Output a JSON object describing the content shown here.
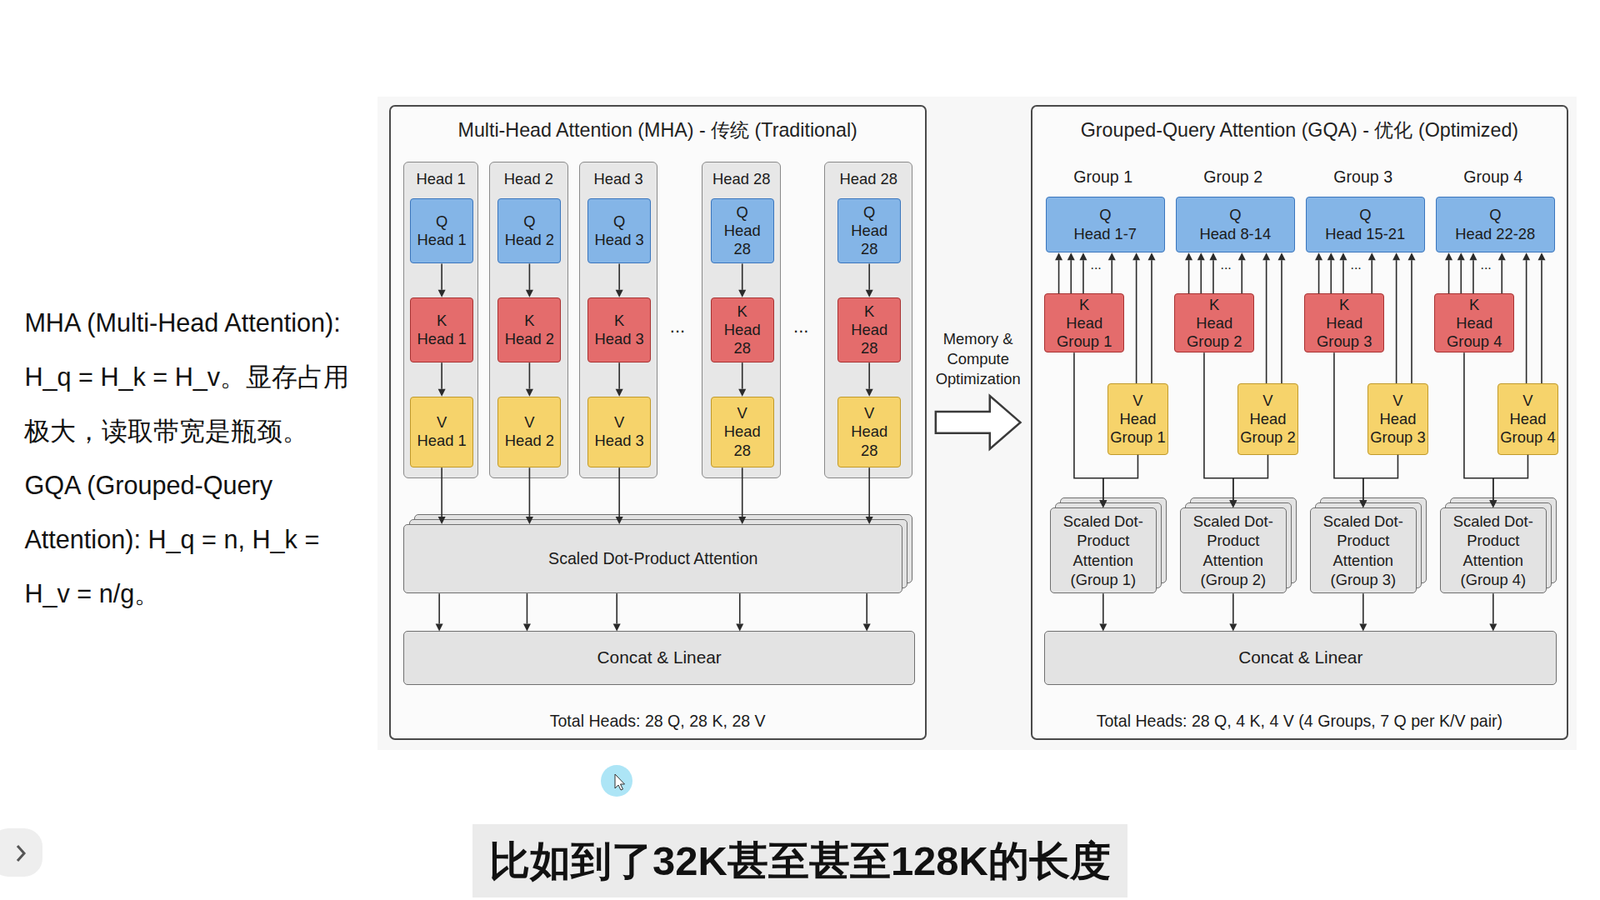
{
  "diagram": {
    "caption": "比如到了32K甚至甚至128K的长度",
    "nodes": [
      {
        "text": [
          "Multi-Head Attention (MHA) - 传统 (Traditional)",
          "Total Heads: 28 Q, 28 K, 28 V"
        ]
      },
      {
        "text": [
          "Head 1"
        ],
        "in": 0
      },
      {
        "text": [
          "Q",
          "Head 1"
        ],
        "in": 1
      },
      {
        "text": [
          "K",
          "Head 1"
        ],
        "in": 1
      },
      {
        "text": [
          "V",
          "Head 1"
        ],
        "in": 1
      },
      {
        "text": [
          "Head 2"
        ],
        "in": 0
      },
      {
        "text": [
          "Q",
          "Head 2"
        ],
        "in": 5
      },
      {
        "text": [
          "K",
          "Head 2"
        ],
        "in": 5
      },
      {
        "text": [
          "V",
          "Head 2"
        ],
        "in": 5
      },
      {
        "text": [
          "Head 3"
        ],
        "in": 0
      },
      {
        "text": [
          "Q",
          "Head 3"
        ],
        "in": 9
      },
      {
        "text": [
          "K",
          "Head 3"
        ],
        "in": 9
      },
      {
        "text": [
          "V",
          "Head 3"
        ],
        "in": 9
      },
      {
        "text": [
          "Head 28"
        ],
        "in": 0
      },
      {
        "text": [
          "Q",
          "Head 28"
        ],
        "in": 13
      },
      {
        "text": [
          "K",
          "Head 28"
        ],
        "in": 13
      },
      {
        "text": [
          "V",
          "Head 28"
        ],
        "in": 13
      },
      {
        "text": [
          "Head 28"
        ],
        "in": 0
      },
      {
        "text": [
          "Q",
          "Head 28"
        ],
        "in": 17
      },
      {
        "text": [
          "K",
          "Head 28"
        ],
        "in": 17
      },
      {
        "text": [
          "V",
          "Head 28"
        ],
        "in": 17
      },
      {
        "text": [
          "Scaled Dot-Product Attention"
        ],
        "in": 0
      },
      {
        "text": [
          "Concat & Linear"
        ],
        "in": 0
      },
      {
        "text": [
          "Grouped-Query Attention (GQA) - 优化 (Optimized)",
          "Total Heads: 28 Q, 4 K, 4 V (4 Groups, 7 Q per K/V pair)"
        ]
      },
      {
        "text": [
          "Q",
          "Head 1-7"
        ],
        "in": 23
      },
      {
        "text": [
          "K",
          "Head Group 1"
        ],
        "in": 23
      },
      {
        "text": [
          "V",
          "Head Group 1"
        ],
        "in": 23
      },
      {
        "text": [
          "Scaled Dot-Product Attention (Group 1)"
        ],
        "in": 23
      },
      {
        "text": [
          "Q",
          "Head 8-14"
        ],
        "in": 23
      },
      {
        "text": [
          "K",
          "Head Group 2"
        ],
        "in": 23
      },
      {
        "text": [
          "V",
          "Head Group 2"
        ],
        "in": 23
      },
      {
        "text": [
          "Scaled Dot-Product Attention (Group 2)"
        ],
        "in": 23
      },
      {
        "text": [
          "Q",
          "Head 15-21"
        ],
        "in": 23
      },
      {
        "text": [
          "K",
          "Head Group 3"
        ],
        "in": 23
      },
      {
        "text": [
          "V",
          "Head Group 3"
        ],
        "in": 23
      },
      {
        "text": [
          "Scaled Dot-Product Attention (Group 3)"
        ],
        "in": 23
      },
      {
        "text": [
          "Q",
          "Head 22-28"
        ],
        "in": 23
      },
      {
        "text": [
          "K",
          "Head Group 4"
        ],
        "in": 23
      },
      {
        "text": [
          "V",
          "Head Group 4"
        ],
        "in": 23
      },
      {
        "text": [
          "Scaled Dot-Product Attention (Group 4)"
        ],
        "in": 23
      },
      {
        "text": [
          "Concat & Linear"
        ],
        "in": 23
      }
    ],
    "edges": [
      {
        "from": 2,
        "to": 3,
        "arrow": "to"
      },
      {
        "from": 3,
        "to": 4,
        "arrow": "to"
      },
      {
        "from": 4,
        "to": 21,
        "arrow": "to"
      },
      {
        "from": 6,
        "to": 7,
        "arrow": "to"
      },
      {
        "from": 7,
        "to": 8,
        "arrow": "to"
      },
      {
        "from": 8,
        "to": 21,
        "arrow": "to"
      },
      {
        "from": 10,
        "to": 11,
        "arrow": "to"
      },
      {
        "from": 11,
        "to": 12,
        "arrow": "to"
      },
      {
        "from": 12,
        "to": 21,
        "arrow": "to"
      },
      {
        "from": 14,
        "to": 15,
        "arrow": "to"
      },
      {
        "from": 15,
        "to": 16,
        "arrow": "to"
      },
      {
        "from": 16,
        "to": 21,
        "arrow": "to"
      },
      {
        "from": 18,
        "to": 19,
        "arrow": "to"
      },
      {
        "from": 19,
        "to": 20,
        "arrow": "to"
      },
      {
        "from": 20,
        "to": 21,
        "arrow": "to"
      },
      {
        "from": 21,
        "to": 22,
        "arrow": "to"
      },
      {
        "from": 21,
        "to": 22,
        "arrow": "to"
      },
      {
        "from": 21,
        "to": 22,
        "arrow": "to"
      },
      {
        "from": 21,
        "to": 22,
        "arrow": "to"
      },
      {
        "from": 21,
        "to": 22,
        "arrow": "to"
      },
      {
        "from": 0,
        "to": 23,
        "label": "Memory & Compute Optimization",
        "arrow": "to"
      },
      {
        "from": 25,
        "to": 24,
        "arrow": "to"
      },
      {
        "from": 26,
        "to": 24,
        "arrow": "to"
      },
      {
        "from": 25,
        "to": 27,
        "arrow": "to"
      },
      {
        "from": 26,
        "to": 27,
        "arrow": "to"
      },
      {
        "from": 27,
        "to": 40,
        "arrow": "to"
      },
      {
        "from": 29,
        "to": 28,
        "arrow": "to"
      },
      {
        "from": 30,
        "to": 28,
        "arrow": "to"
      },
      {
        "from": 29,
        "to": 31,
        "arrow": "to"
      },
      {
        "from": 30,
        "to": 31,
        "arrow": "to"
      },
      {
        "from": 31,
        "to": 40,
        "arrow": "to"
      },
      {
        "from": 33,
        "to": 32,
        "arrow": "to"
      },
      {
        "from": 34,
        "to": 32,
        "arrow": "to"
      },
      {
        "from": 33,
        "to": 35,
        "arrow": "to"
      },
      {
        "from": 34,
        "to": 35,
        "arrow": "to"
      },
      {
        "from": 35,
        "to": 40,
        "arrow": "to"
      },
      {
        "from": 37,
        "to": 36,
        "arrow": "to"
      },
      {
        "from": 38,
        "to": 36,
        "arrow": "to"
      },
      {
        "from": 37,
        "to": 39,
        "arrow": "to"
      },
      {
        "from": 38,
        "to": 39,
        "arrow": "to"
      },
      {
        "from": 39,
        "to": 40,
        "arrow": "to"
      }
    ],
    "labels": [
      "MHA (Multi-Head Attention): H_q = H_k = H_v。显存占用极大，读取带宽是瓶颈。",
      "GQA (Grouped-Query Attention): H_q = n, H_k = H_v = n/g。",
      "...",
      "...",
      "Group 1",
      "Group 2",
      "Group 3",
      "Group 4",
      "...",
      "...",
      "...",
      "..."
    ]
  }
}
